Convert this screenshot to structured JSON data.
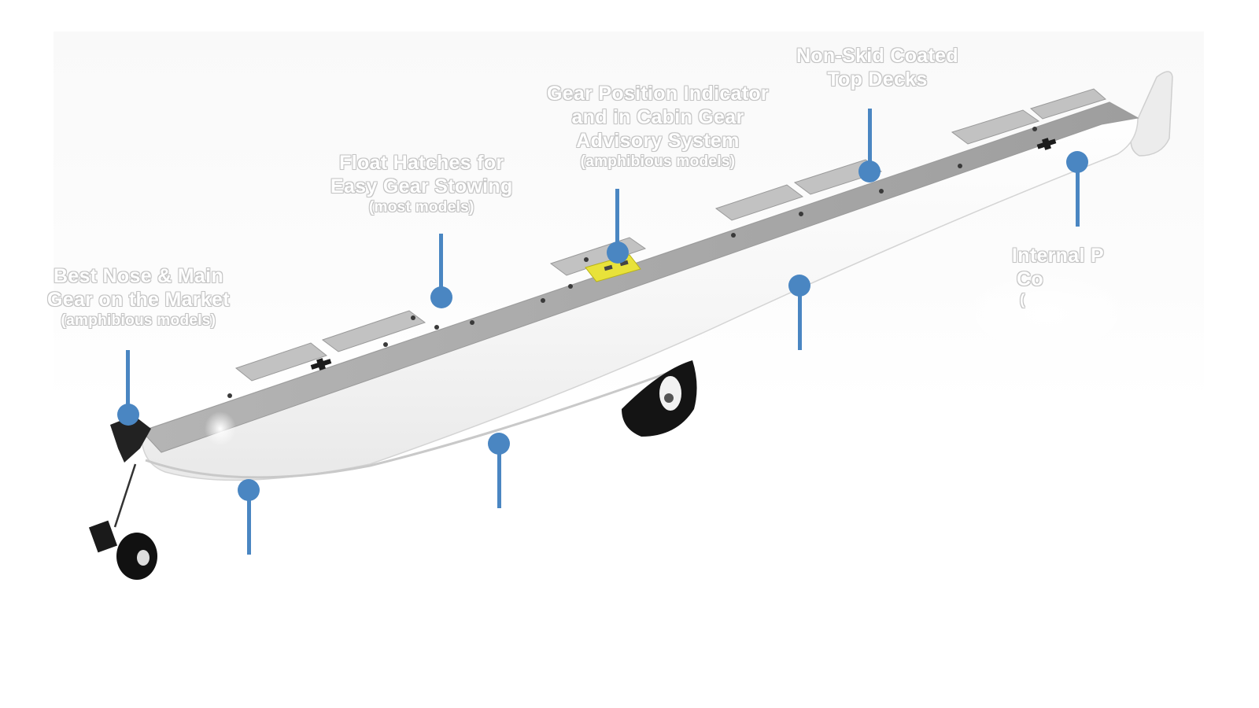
{
  "colors": {
    "marker": "#4a86c2",
    "label_fill": "#ffffff",
    "label_outline": "#c4c4c4",
    "float_body": "#f4f4f4",
    "deck": "#a8a8a8",
    "deck_panel": "#bdbdbd",
    "indicator": "#e8e23a",
    "wheel": "#111111"
  },
  "labels": {
    "nose_gear": {
      "lines": [
        "Best Nose & Main",
        "Gear on the Market"
      ],
      "sub": "(amphibious models)"
    },
    "float_hatches": {
      "lines": [
        "Float Hatches for",
        "Easy Gear Stowing"
      ],
      "sub": "(most models)"
    },
    "gear_indicator": {
      "lines": [
        "Gear Position Indicator",
        "and in Cabin Gear",
        "Advisory System"
      ],
      "sub": "(amphibious models)"
    },
    "top_decks": {
      "lines": [
        "Non-Skid Coated",
        "Top Decks"
      ]
    },
    "internal": {
      "lines": [
        "Internal P",
        "Co"
      ],
      "sub": "("
    }
  },
  "icons": {
    "marker": "callout-pin-icon",
    "nose_wheel": "nose-wheel-icon",
    "main_wheel": "main-wheel-icon"
  }
}
